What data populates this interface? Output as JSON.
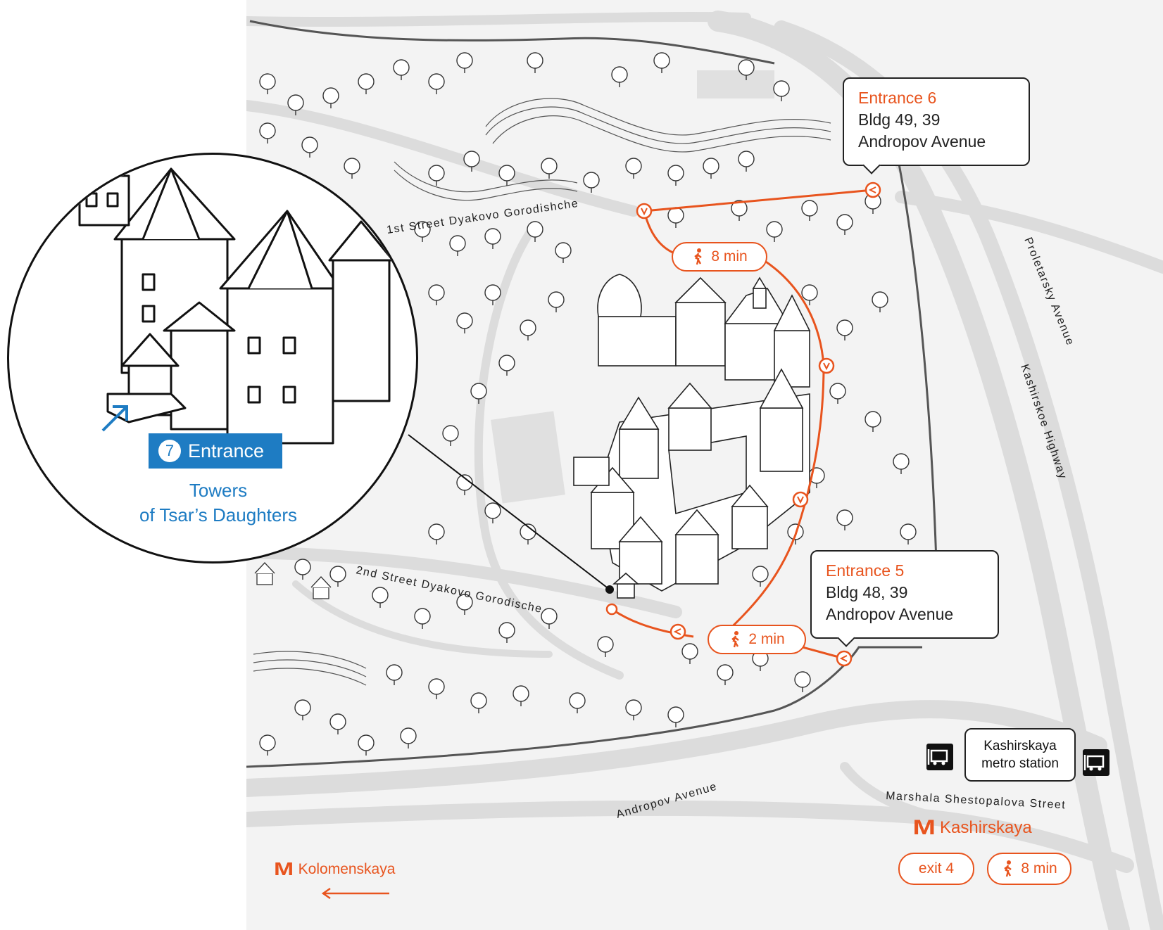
{
  "colors": {
    "route": "#e8541e",
    "highlight": "#1e7cc3",
    "map_bg": "#f3f3f3",
    "roads": "#dcdcdc",
    "lines": "#222222"
  },
  "streets": {
    "first_street": "1st Street Dyakovo Gorodishche",
    "second_street": "2nd Street Dyakovo Gorodische",
    "proletarsky": "Proletarsky Avenue",
    "kashirskoe": "Kashirskoe Highway",
    "andropov": "Andropov Avenue",
    "shestopalova": "Marshala Shestopalova Street"
  },
  "entrances": {
    "entrance6": {
      "title": "Entrance 6",
      "line1": "Bldg 49, 39",
      "line2": "Andropov Avenue"
    },
    "entrance5": {
      "title": "Entrance 5",
      "line1": "Bldg 48, 39",
      "line2": "Andropov Avenue"
    }
  },
  "walk_times": {
    "route_north": "8 min",
    "route_south": "2 min"
  },
  "zoom_inset": {
    "entrance_number": "7",
    "entrance_label": "Entrance",
    "caption_line1": "Towers",
    "caption_line2": "of Tsar’s Daughters",
    "icon": "arrow-up-right-icon"
  },
  "bus_stop": {
    "line1": "Kashirskaya",
    "line2": "metro station",
    "icon": "bus-stop-icon"
  },
  "metro": {
    "symbol": "M",
    "kashirskaya": {
      "name": "Kashirskaya",
      "exit": "exit 4",
      "walk": "8 min"
    },
    "kolomenskaya": {
      "name": "Kolomenskaya",
      "direction_icon": "arrow-left-icon"
    }
  }
}
